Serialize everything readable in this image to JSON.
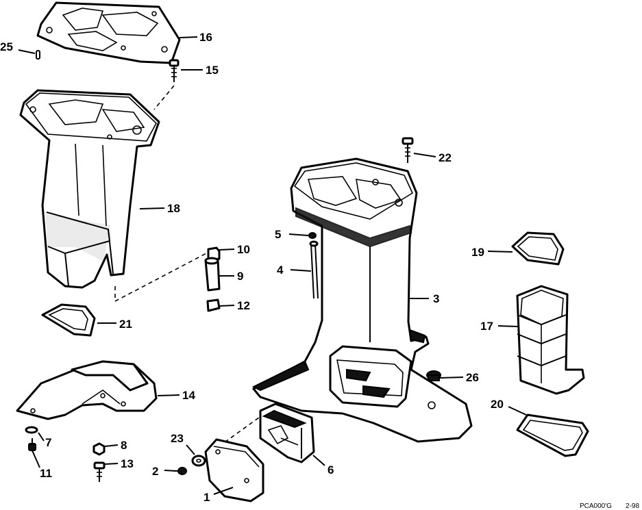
{
  "callouts": {
    "c1": "1",
    "c2": "2",
    "c3": "3",
    "c4": "4",
    "c5": "5",
    "c6": "6",
    "c7": "7",
    "c8": "8",
    "c9": "9",
    "c10": "10",
    "c11": "11",
    "c12": "12",
    "c13": "13",
    "c14": "14",
    "c15": "15",
    "c16": "16",
    "c17": "17",
    "c18": "18",
    "c19": "19",
    "c20": "20",
    "c21": "21",
    "c22": "22",
    "c23": "23",
    "c25": "25",
    "c26": "26"
  },
  "footer": {
    "code": "PCA000'G",
    "date": "2-98"
  }
}
